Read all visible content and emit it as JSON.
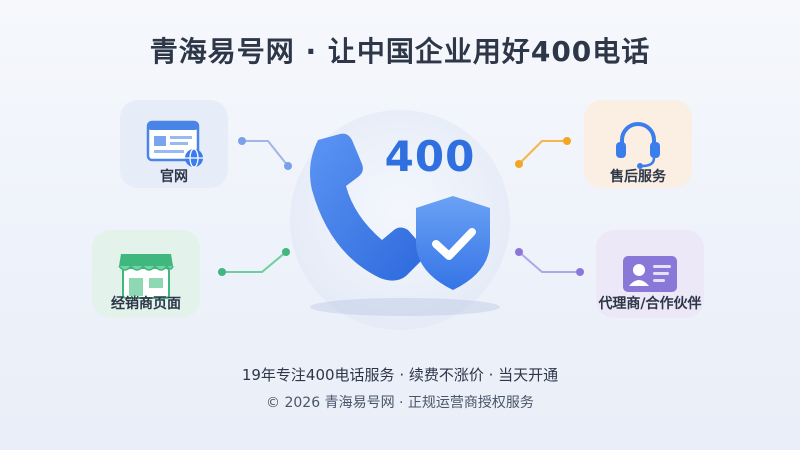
{
  "title": "青海易号网 · 让中国企业用好400电话",
  "center": {
    "number": "400"
  },
  "nodes": {
    "website": {
      "label": "官网",
      "icon": "browser-globe-icon"
    },
    "dealer": {
      "label": "经销商页面",
      "icon": "storefront-icon"
    },
    "after_sales": {
      "label": "售后服务",
      "icon": "headset-icon"
    },
    "agent": {
      "label": "代理商/合作伙伴",
      "icon": "id-card-icon"
    }
  },
  "footer": {
    "tagline": "19年专注400电话服务 · 续费不涨价 · 当天开通",
    "copyright": "© 2026 青海易号网 · 正规运营商授权服务"
  },
  "colors": {
    "accent_blue": "#3b7ded",
    "green": "#3fb77e",
    "orange": "#f3a623",
    "purple": "#8a78d8"
  }
}
